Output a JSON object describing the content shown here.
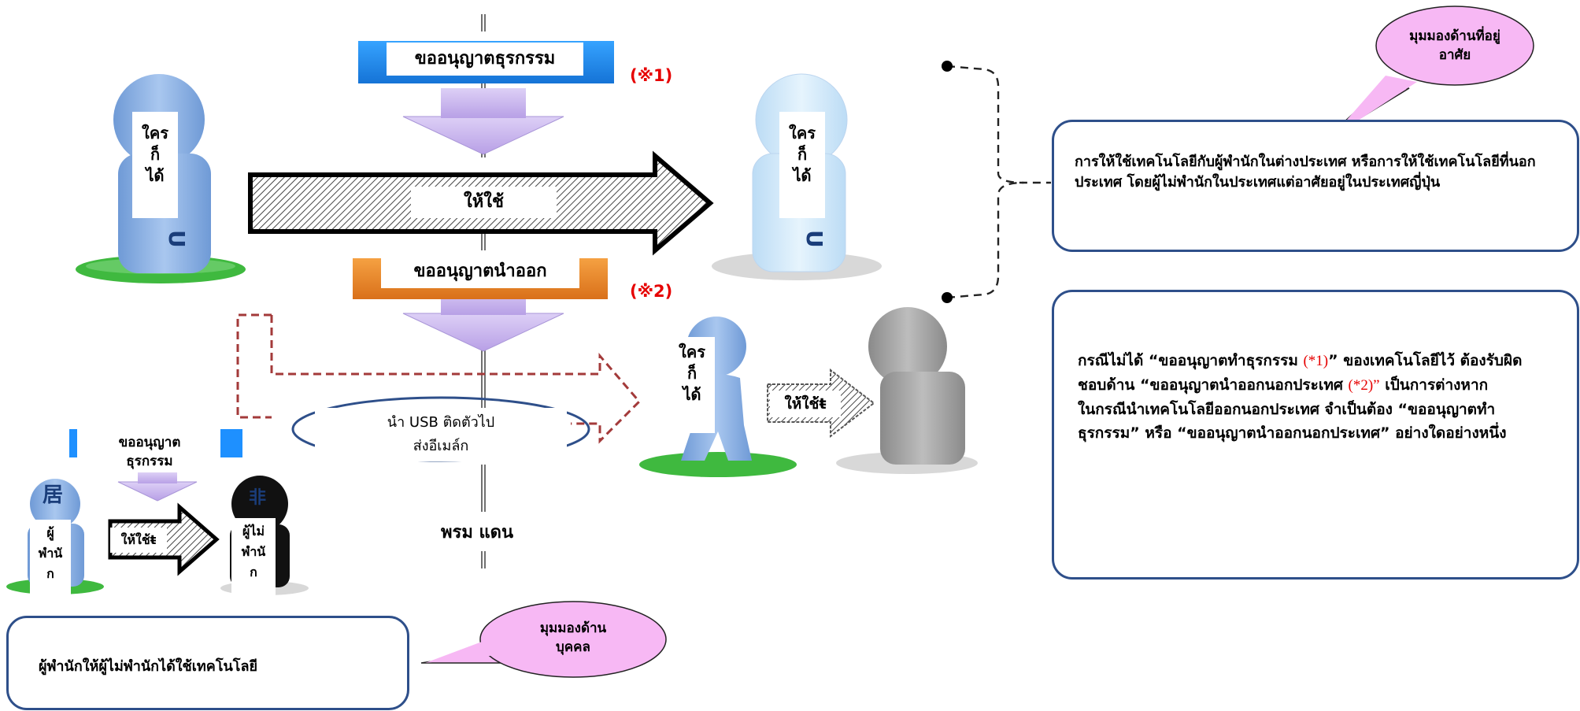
{
  "colors": {
    "box_border": "#2e4f8a",
    "bubble_fill": "#f7b8f4",
    "blue_bar": "#1e90ff",
    "orange_bar": "#ee8a22",
    "purple_arrow": "#c9b6ec",
    "red_dashed": "#a33a3a",
    "ground_green": "#3fb93f",
    "note_red": "#e60000"
  },
  "icons": {
    "resident_figure": "person-pillar-icon",
    "foreign_figure": "person-pillar-icon",
    "walking_figure": "walking-person-icon",
    "grey_figure": "person-pillar-icon",
    "hatched_arrow": "hatched-arrow-icon",
    "down_arrow": "down-arrow-icon"
  },
  "top": {
    "trade_permit": "ขออนุญาตธุรกรรม",
    "note1": "(※1)",
    "give_use": "ให้ใช้",
    "export_permit": "ขออนุญาตนำออก",
    "note2": "(※2)",
    "left_person": "ใคร\nก็\nได้",
    "right_person": "ใคร\nก็\nได้",
    "walker": "ใคร\nก็\nได้",
    "walker_give": "ให้ใช้ŧ",
    "usb_label": "นำ USB ติดตัวไป\nส่งอีเมล์ก",
    "border": "พรม แดน"
  },
  "bubble_residence": "มุมมองด้านที่อยู่\nอาศัย",
  "bubble_person": "มุมมองด้าน\nบุคคล",
  "box_top_text": "การให้ใช้เทคโนโลยีกับผู้พำนักในต่างประเทศ หรือการให้ใช้เทคโนโลยีที่นอกประเทศ โดยผู้ไม่พำนักในประเทศแต่อาศัยอยู่ในประเทศญี่ปุ่น",
  "box_right": {
    "p1_a": "กรณีไม่ได้ “ขออนุญาตทำธุรกรรม ",
    "p1_note": "(*1)",
    "p1_b": "” ของเทคโนโลยีไว้  ต้องรับผิดชอบด้าน “ขออนุญาตนำออกนอกประเทศ ",
    "p1_note2": "(*2)”",
    "p1_c": "  เป็นการต่างหาก",
    "p2": "ในกรณีนำเทคโนโลยีออกนอกประเทศ จำเป็นต้อง “ขออนุญาตทำธุรกรรม” หรือ “ขออนุญาตนำออกนอกประเทศ” อย่างใดอย่างหนึ่ง"
  },
  "mini": {
    "permit": "ขออนุญาต\nธุรกรรม",
    "resident_mark": "居",
    "resident": "ผู้\nพำนั\nก",
    "give_use": "ให้ใช้ŧ",
    "nonresident_mark": "非",
    "nonresident": "ผู้ไม่\nพำนั\nก"
  },
  "box_bottom_text": "ผู้พำนักให้ผู้ไม่พำนักได้ใช้เทคโนโลยี"
}
